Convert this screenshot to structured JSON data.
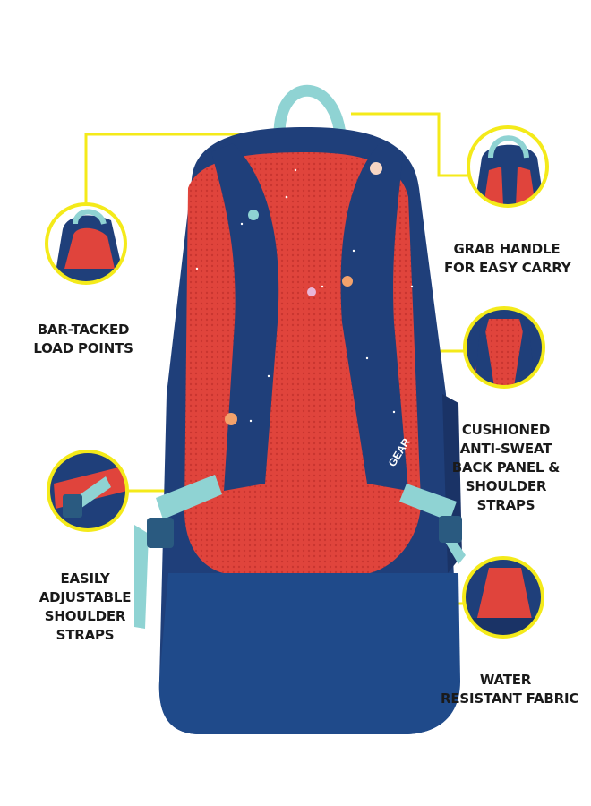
{
  "brand": {
    "logo_text": "GEAR"
  },
  "callouts": {
    "load_points": {
      "line1": "BAR-TACKED",
      "line2": "LOAD POINTS"
    },
    "grab_handle": {
      "line1": "GRAB HANDLE",
      "line2": "FOR EASY CARRY"
    },
    "back_panel": {
      "line1": "CUSHIONED",
      "line2": "ANTI-SWEAT",
      "line3": "BACK PANEL &",
      "line4": "SHOULDER",
      "line5": "STRAPS"
    },
    "adjustable": {
      "line1": "EASILY",
      "line2": "ADJUSTABLE",
      "line3": "SHOULDER",
      "line4": "STRAPS"
    },
    "water": {
      "line1": "WATER",
      "line2": "RESISTANT FABRIC"
    }
  },
  "colors": {
    "navy": "#1f3f7a",
    "navy_dark": "#1a3366",
    "red": "#e0443c",
    "teal": "#8fd3d3",
    "accent_yellow": "#f4ea1a"
  }
}
